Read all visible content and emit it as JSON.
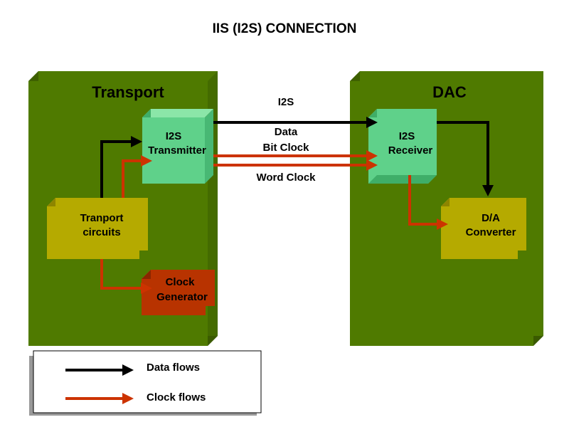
{
  "title": "IIS (I2S) CONNECTION",
  "colors": {
    "panel_green": "#4F7A00",
    "box_light_green": "#5FD18A",
    "box_olive": "#B5AA00",
    "box_red": "#B83300",
    "data_arrow": "#000000",
    "clock_arrow": "#CC3300"
  },
  "transport": {
    "label": "Transport",
    "transmitter": {
      "line1": "I2S",
      "line2": "Transmitter"
    },
    "circuits": {
      "line1": "Tranport",
      "line2": "circuits"
    },
    "clock_gen": {
      "line1": "Clock",
      "line2": "Generator"
    }
  },
  "dac": {
    "label": "DAC",
    "receiver": {
      "line1": "I2S",
      "line2": "Receiver"
    },
    "converter": {
      "line1": "D/A",
      "line2": "Converter"
    }
  },
  "bus": {
    "label": "I2S",
    "data": "Data",
    "bit_clock": "Bit Clock",
    "word_clock": "Word Clock"
  },
  "legend": {
    "data_flows": "Data flows",
    "clock_flows": "Clock flows"
  }
}
